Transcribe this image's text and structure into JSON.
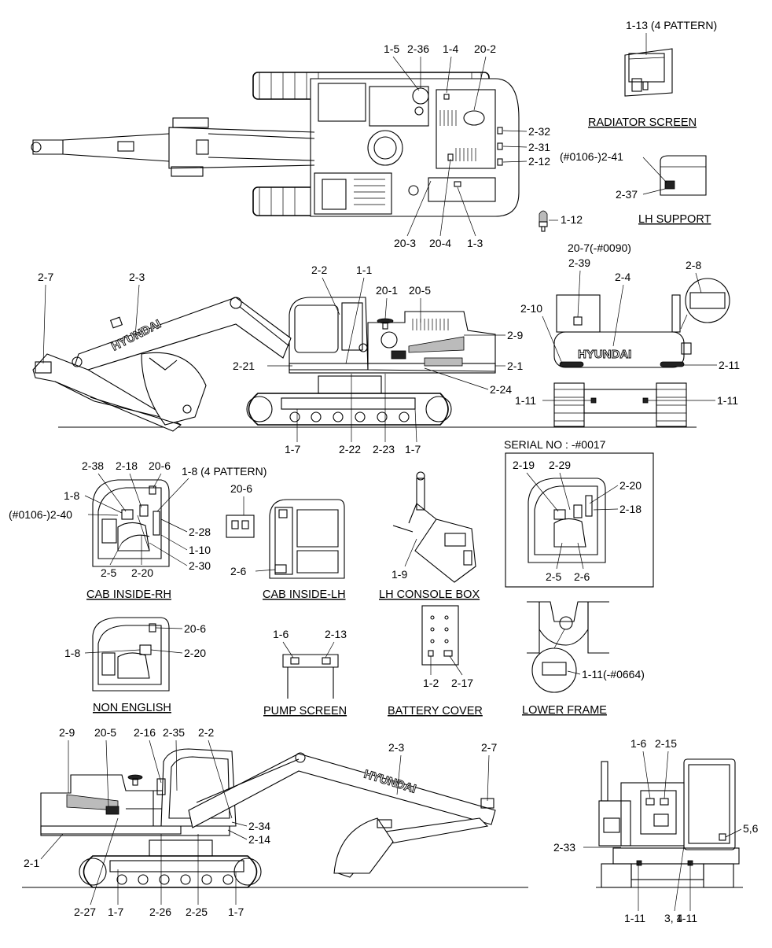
{
  "brand_text": "HYUNDAI",
  "captions": {
    "radiator_screen": "RADIATOR SCREEN",
    "lh_support": "LH SUPPORT",
    "cab_inside_rh": "CAB INSIDE-RH",
    "cab_inside_lh": "CAB INSIDE-LH",
    "lh_console_box": "LH CONSOLE BOX",
    "serial_no": "SERIAL NO : -#0017",
    "non_english": "NON ENGLISH",
    "pump_screen": "PUMP SCREEN",
    "battery_cover": "BATTERY COVER",
    "lower_frame": "LOWER FRAME"
  },
  "labels": {
    "top": [
      "1-5",
      "2-36",
      "1-4",
      "20-2",
      "2-32",
      "2-31",
      "2-12",
      "20-3",
      "20-4",
      "1-3"
    ],
    "radiator": [
      "1-13 (4 PATTERN)"
    ],
    "support": [
      "(#0106-)2-41",
      "2-37"
    ],
    "bulb": [
      "1-12"
    ],
    "side": [
      "2-7",
      "2-3",
      "2-2",
      "1-1",
      "20-1",
      "20-5",
      "2-9",
      "2-21",
      "2-1",
      "2-24",
      "1-7",
      "2-22",
      "2-23",
      "1-7"
    ],
    "rear": [
      "20-7(-#0090)",
      "2-39",
      "2-4",
      "2-8",
      "2-10",
      "2-11",
      "1-11",
      "1-11"
    ],
    "cab_rh": [
      "2-38",
      "2-18",
      "20-6",
      "1-8 (4 PATTERN)",
      "1-8",
      "(#0106-)2-40",
      "2-28",
      "1-10",
      "2-30",
      "2-5",
      "2-20"
    ],
    "cab_lh": [
      "20-6",
      "2-6"
    ],
    "console": [
      "1-9"
    ],
    "serial": [
      "2-19",
      "2-29",
      "2-20",
      "2-18",
      "2-5",
      "2-6"
    ],
    "non_english": [
      "20-6",
      "1-8",
      "2-20"
    ],
    "pump": [
      "1-6",
      "2-13"
    ],
    "battery": [
      "1-2",
      "2-17"
    ],
    "lower": [
      "1-11(-#0664)"
    ],
    "bottom": [
      "2-9",
      "20-5",
      "2-16",
      "2-35",
      "2-2",
      "2-3",
      "2-7",
      "2-34",
      "2-14",
      "2-1",
      "2-27",
      "1-7",
      "2-26",
      "2-25",
      "1-7"
    ],
    "back": [
      "1-6",
      "2-15",
      "5,6",
      "2-33",
      "1-11",
      "3, 4",
      "1-11"
    ]
  }
}
